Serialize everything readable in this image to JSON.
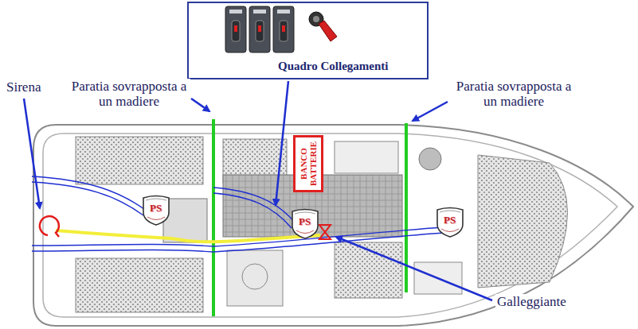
{
  "diagram": {
    "nodes": [
      {
        "text": [
          "Quadro Collegamenti"
        ]
      },
      {
        "text": [
          "BANCO BATTERIE"
        ]
      },
      {
        "text": [
          "PS"
        ]
      },
      {
        "text": [
          "PS"
        ]
      },
      {
        "text": [
          "PS"
        ]
      }
    ],
    "labels": [
      "Sirena",
      "Paratia sovrapposta a un madiere",
      "Paratia sovrapposta a un madiere",
      "Galleggiante"
    ]
  }
}
